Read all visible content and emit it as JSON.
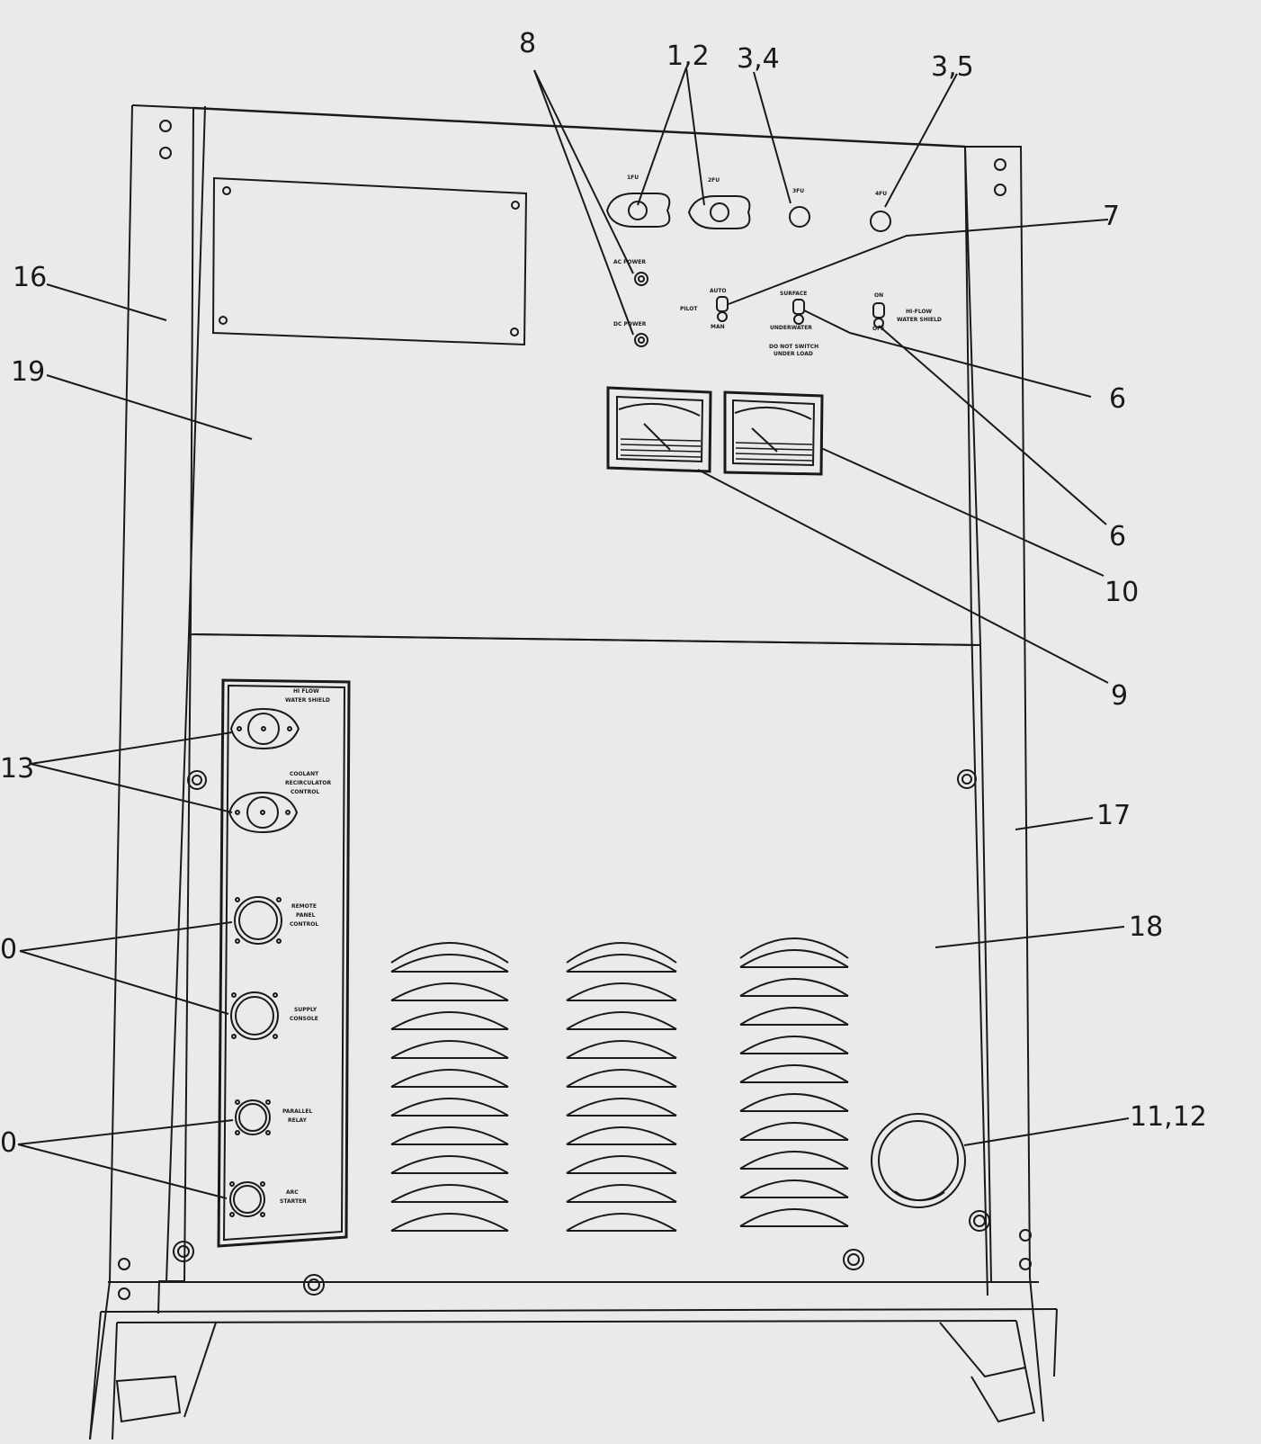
{
  "callouts": {
    "c8": "8",
    "c12": "1,2",
    "c34": "3,4",
    "c35": "3,5",
    "c7": "7",
    "c16": "16",
    "c19": "19",
    "c6a": "6",
    "c6b": "6",
    "c10": "10",
    "c9": "9",
    "c13": "13",
    "c17": "17",
    "c18": "18",
    "c11_12": "11,12",
    "c_left_a": "0",
    "c_left_b": "0"
  },
  "panel_labels": {
    "fuse1": "1FU",
    "fuse2": "2FU",
    "fuse3": "3FU",
    "fuse4": "4FU",
    "ac_power": "AC POWER",
    "dc_power": "DC POWER",
    "auto": "AUTO",
    "pilot": "PILOT",
    "man": "MAN",
    "surface": "SURFACE",
    "underwater": "UNDERWATER",
    "do_not_switch_1": "DO NOT SWITCH",
    "do_not_switch_2": "UNDER LOAD",
    "on": "ON",
    "off": "OFF",
    "hiflow_top_1": "HI-FLOW",
    "hiflow_top_2": "WATER SHIELD",
    "hiflow_side_1": "HI FLOW",
    "hiflow_side_2": "WATER SHIELD",
    "coolant_1": "COOLANT",
    "coolant_2": "RECIRCULATOR",
    "coolant_3": "CONTROL",
    "remote_1": "REMOTE",
    "remote_2": "PANEL",
    "remote_3": "CONTROL",
    "supply_1": "SUPPLY",
    "supply_2": "CONSOLE",
    "parallel_1": "PARALLEL",
    "parallel_2": "RELAY",
    "arc_1": "ARC",
    "arc_2": "STARTER"
  }
}
